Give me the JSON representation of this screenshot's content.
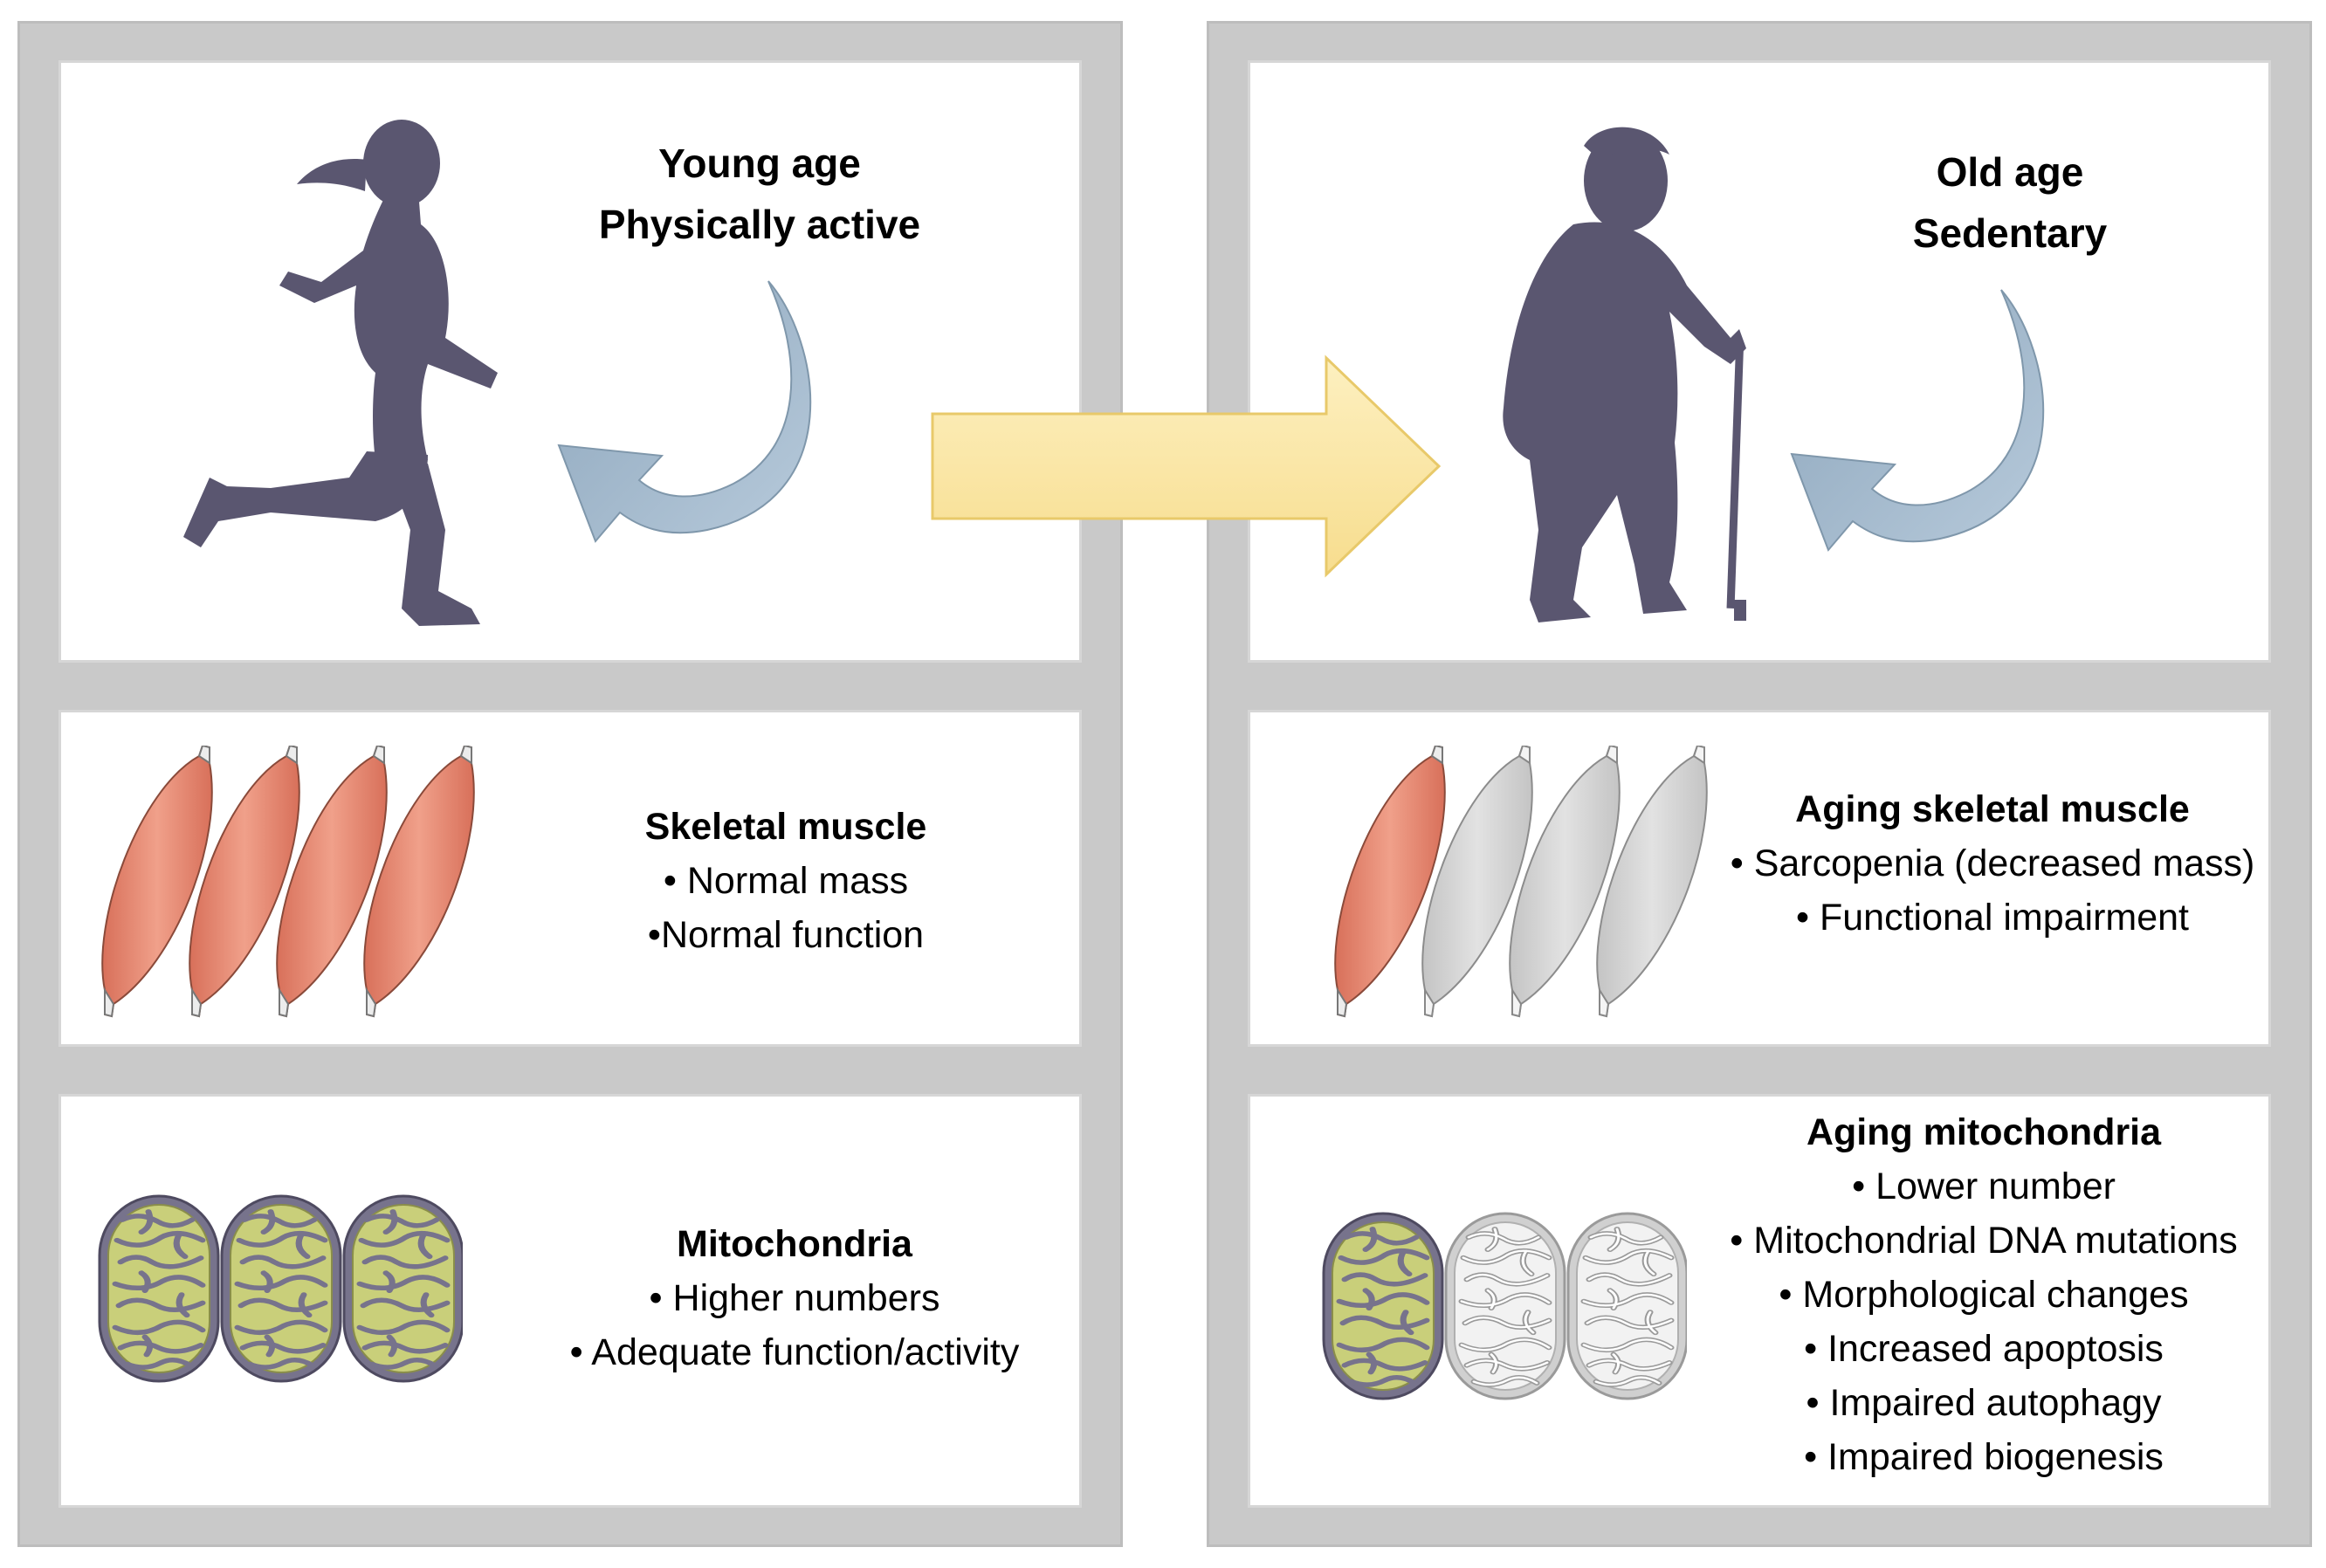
{
  "left": {
    "top": {
      "lines": [
        "Young age",
        "Physically active"
      ]
    },
    "muscle": {
      "heading": "Skeletal muscle",
      "items": [
        "• Normal mass",
        "•Normal function"
      ]
    },
    "mito": {
      "heading": "Mitochondria",
      "items": [
        "•  Higher numbers",
        "• Adequate function/activity"
      ]
    }
  },
  "right": {
    "top": {
      "lines": [
        "Old age",
        "Sedentary"
      ]
    },
    "muscle": {
      "heading": "Aging skeletal muscle",
      "items": [
        "• Sarcopenia (decreased mass)",
        "• Functional impairment"
      ]
    },
    "mito": {
      "heading": "Aging mitochondria",
      "items": [
        "• Lower number",
        "• Mitochondrial DNA mutations",
        "• Morphological changes",
        "• Increased apoptosis",
        "• Impaired autophagy",
        "• Impaired biogenesis"
      ]
    }
  },
  "colors": {
    "silhouette": "#5a5670",
    "muscle_healthy": "#e8907a",
    "muscle_aged": "#d6d6d6",
    "mito_outer": "#77738c",
    "mito_matrix": "#c9cf7a",
    "big_arrow": "#fbe6a2",
    "curved_arrow": "#9fb6c8"
  },
  "icons": [
    "runner-silhouette",
    "elderly-with-cane-silhouette",
    "curved-arrow",
    "transition-arrow",
    "muscle-fiber",
    "mitochondrion"
  ]
}
